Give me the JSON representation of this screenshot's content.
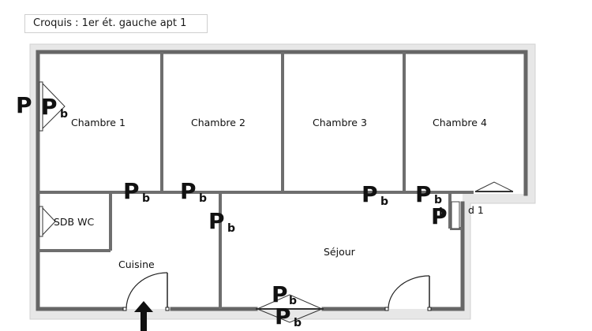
{
  "title": "Croquis : 1er ét. gauche apt 1",
  "rooms": {
    "chambre1": "Chambre 1",
    "chambre2": "Chambre 2",
    "chambre3": "Chambre 3",
    "chambre4": "Chambre 4",
    "sdb_wc": "SDB WC",
    "cuisine": "Cuisine",
    "sejour": "Séjour"
  },
  "markers": {
    "p": "P",
    "b": "b",
    "d1": "d 1"
  }
}
